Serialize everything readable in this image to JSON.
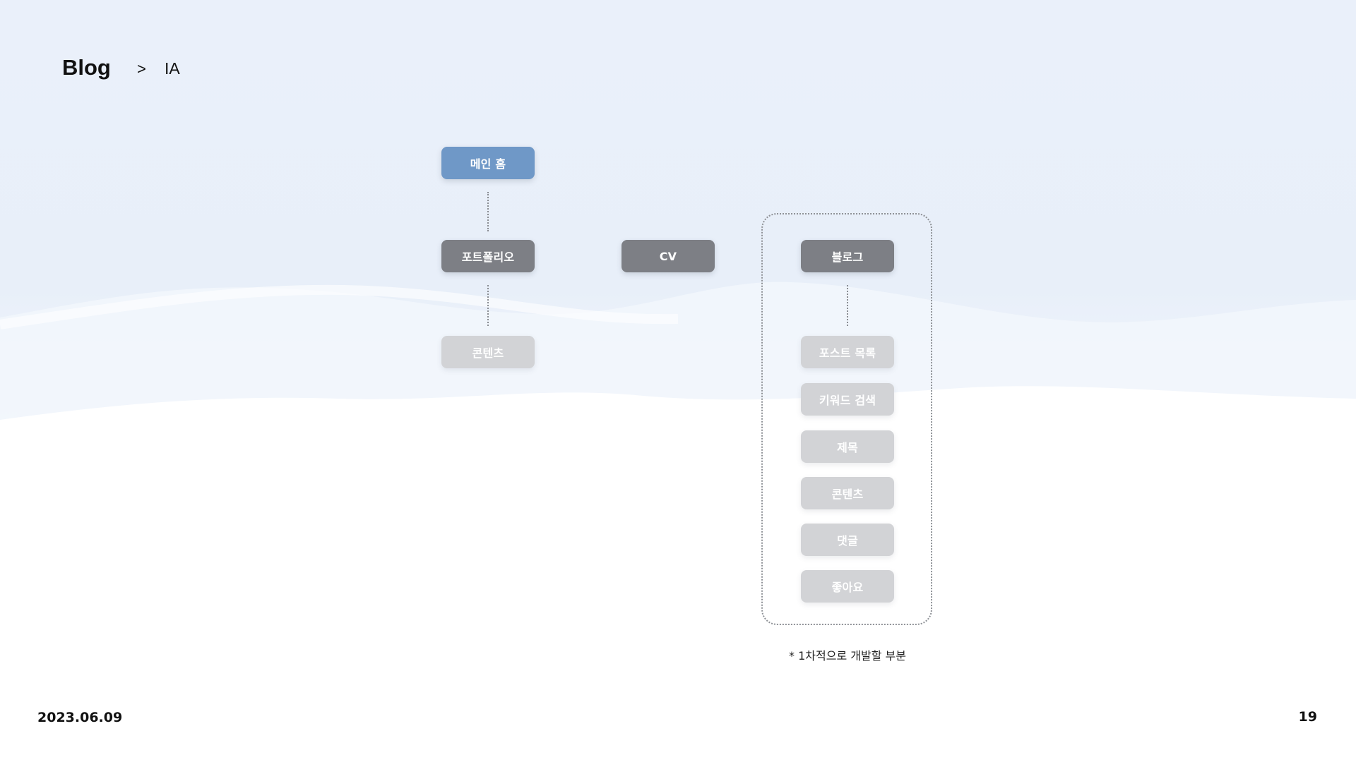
{
  "header": {
    "title": "Blog",
    "separator": ">",
    "subtitle": "IA"
  },
  "diagram": {
    "root": {
      "label": "메인 홈"
    },
    "sections": [
      {
        "label": "포트폴리오",
        "children": [
          "콘텐츠"
        ]
      },
      {
        "label": "CV",
        "children": []
      },
      {
        "label": "블로그",
        "children": [
          "포스트 목록",
          "키워드 검색",
          "제목",
          "콘텐츠",
          "댓글",
          "좋아요"
        ]
      }
    ],
    "group_note": "* 1차적으로 개발할 부분"
  },
  "footer": {
    "date": "2023.06.09",
    "page_number": "19"
  },
  "colors": {
    "root_node": "#6f98c7",
    "section_node": "#7d7f85",
    "child_node": "#d2d3d6",
    "connector": "#8a8d93",
    "text": "#111111"
  }
}
